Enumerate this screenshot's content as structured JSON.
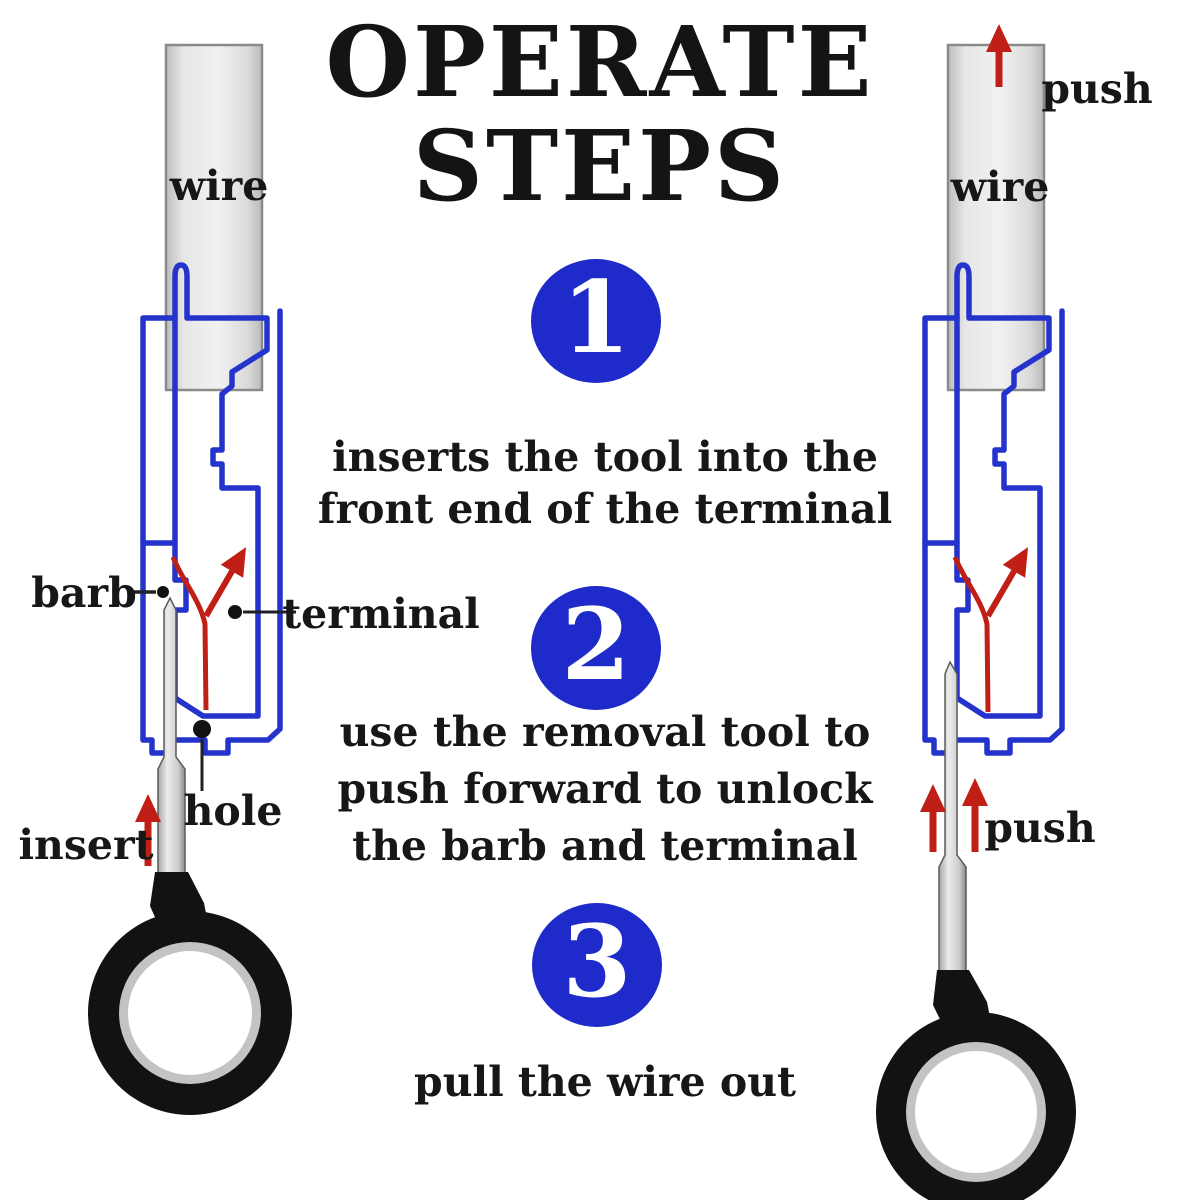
{
  "title": {
    "line1": "OPERATE",
    "line2": "STEPS"
  },
  "steps": [
    {
      "number": "1",
      "lines": [
        "inserts the tool into the",
        "front end of the terminal"
      ]
    },
    {
      "number": "2",
      "lines": [
        "use the removal tool to",
        "push forward to unlock",
        "the barb and terminal"
      ]
    },
    {
      "number": "3",
      "lines": [
        "pull the wire out"
      ]
    }
  ],
  "left_diagram": {
    "wire_label": "wire",
    "barb_label": "barb",
    "terminal_label": "terminal",
    "hole_label": "hole",
    "insert_label": "insert"
  },
  "right_diagram": {
    "push_top_label": "push",
    "wire_label": "wire",
    "push_bottom_label": "push"
  },
  "colors": {
    "step_circle_blue": "#1e2ac9",
    "housing_blue": "#2433cc",
    "arrow_red": "#c01f16",
    "text_black": "#171717",
    "wire_gray": "#e6e6e6",
    "tool_ring_black": "#121212"
  }
}
